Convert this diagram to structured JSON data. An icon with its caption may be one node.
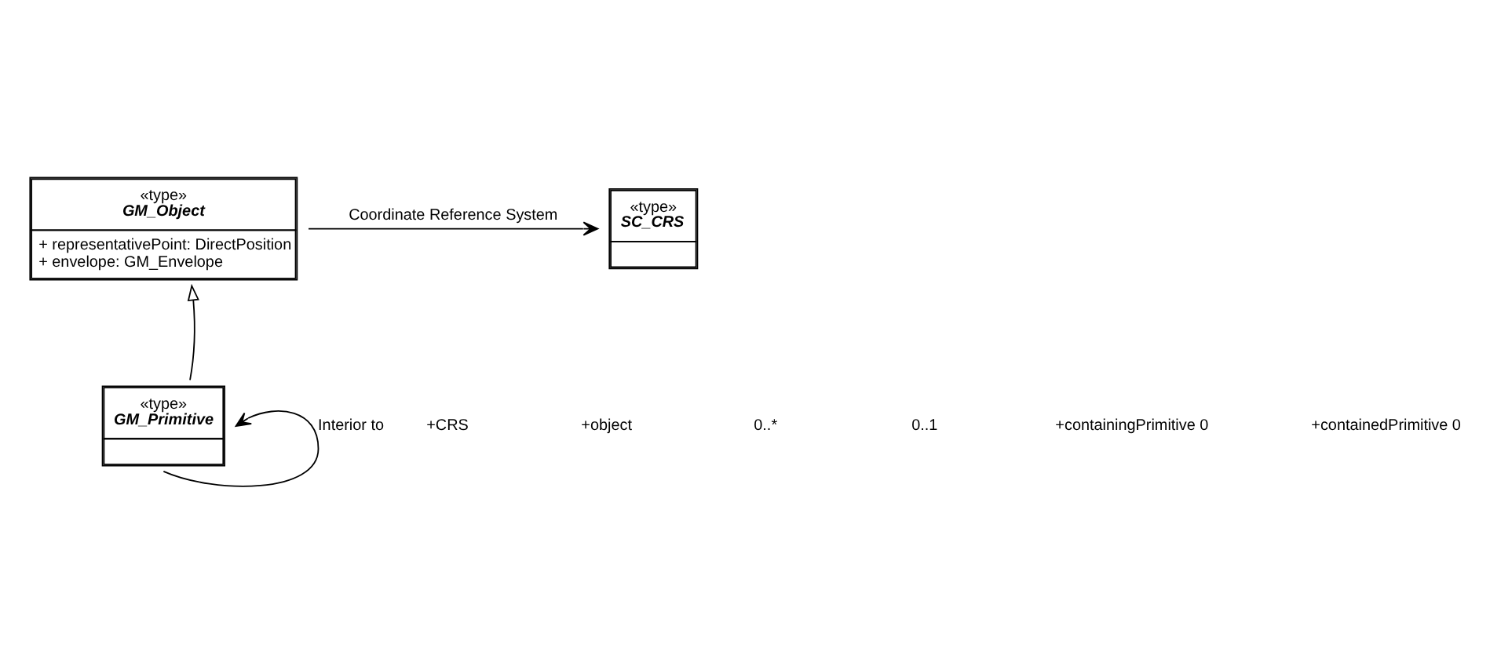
{
  "diagram": {
    "nodes": [
      {
        "text": [
          "«type»",
          "GM_Object",
          "+ representativePoint: DirectPosition",
          "+ envelope: GM_Envelope"
        ]
      },
      {
        "text": [
          "«type»",
          "SC_CRS"
        ]
      },
      {
        "text": [
          "«type»",
          "GM_Primitive"
        ]
      }
    ],
    "edges": [
      {
        "from": 0,
        "to": 1,
        "arrow": "to",
        "label": "Coordinate Reference System"
      },
      {
        "from": 2,
        "to": 0,
        "arrow": "to"
      },
      {
        "from": 2,
        "to": 2,
        "arrow": "to",
        "label": "Interior to"
      }
    ],
    "labels": [
      "+CRS",
      "+object",
      "0..*",
      "0..1",
      "+containingPrimitive 0",
      "+containedPrimitive 0"
    ]
  }
}
